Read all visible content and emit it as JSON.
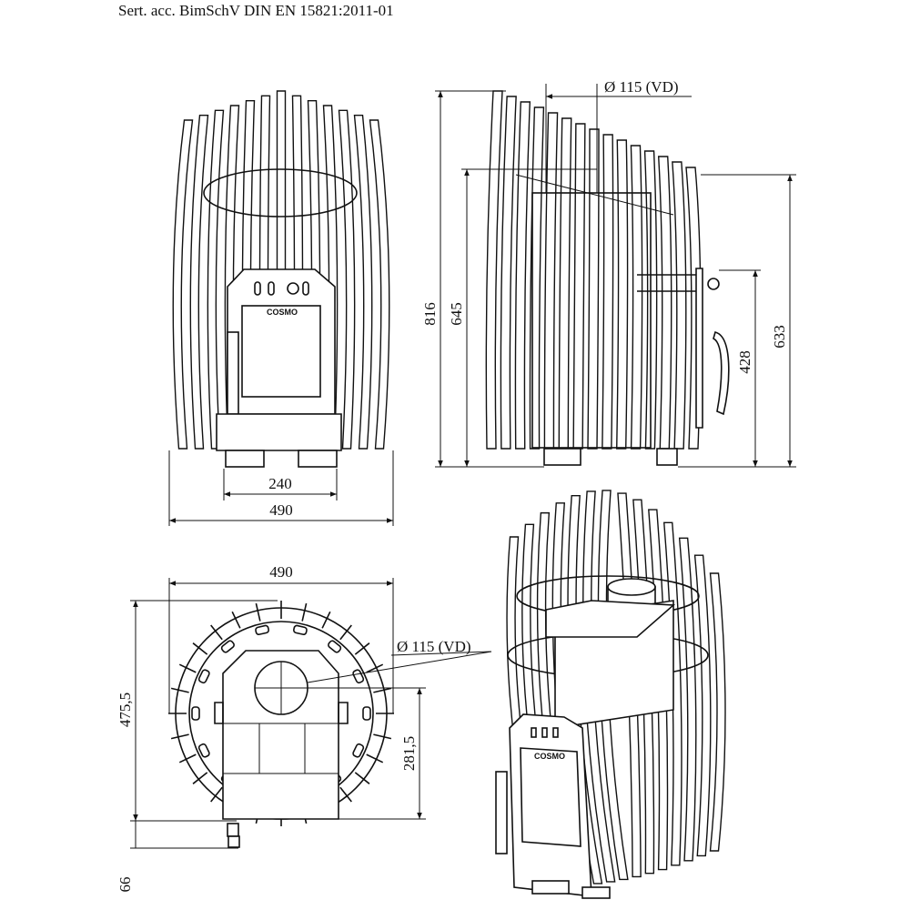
{
  "header": {
    "text": "Sert. acc. BimSchV DIN EN 15821:2011-01"
  },
  "front_view": {
    "dim_leg_spacing": "240",
    "dim_width": "490",
    "door_logo": "COSMO"
  },
  "side_view": {
    "flue_label": "Ø 115 (VD)",
    "dim_total_height": "816",
    "dim_body_height": "645",
    "dim_top_height": "633",
    "dim_door_height": "428"
  },
  "top_view": {
    "dim_width": "490",
    "dim_depth": "475,5",
    "dim_flue_offset": "281,5",
    "dim_handle": "66",
    "flue_label": "Ø 115 (VD)"
  },
  "iso_view": {
    "door_logo": "COSMO"
  }
}
